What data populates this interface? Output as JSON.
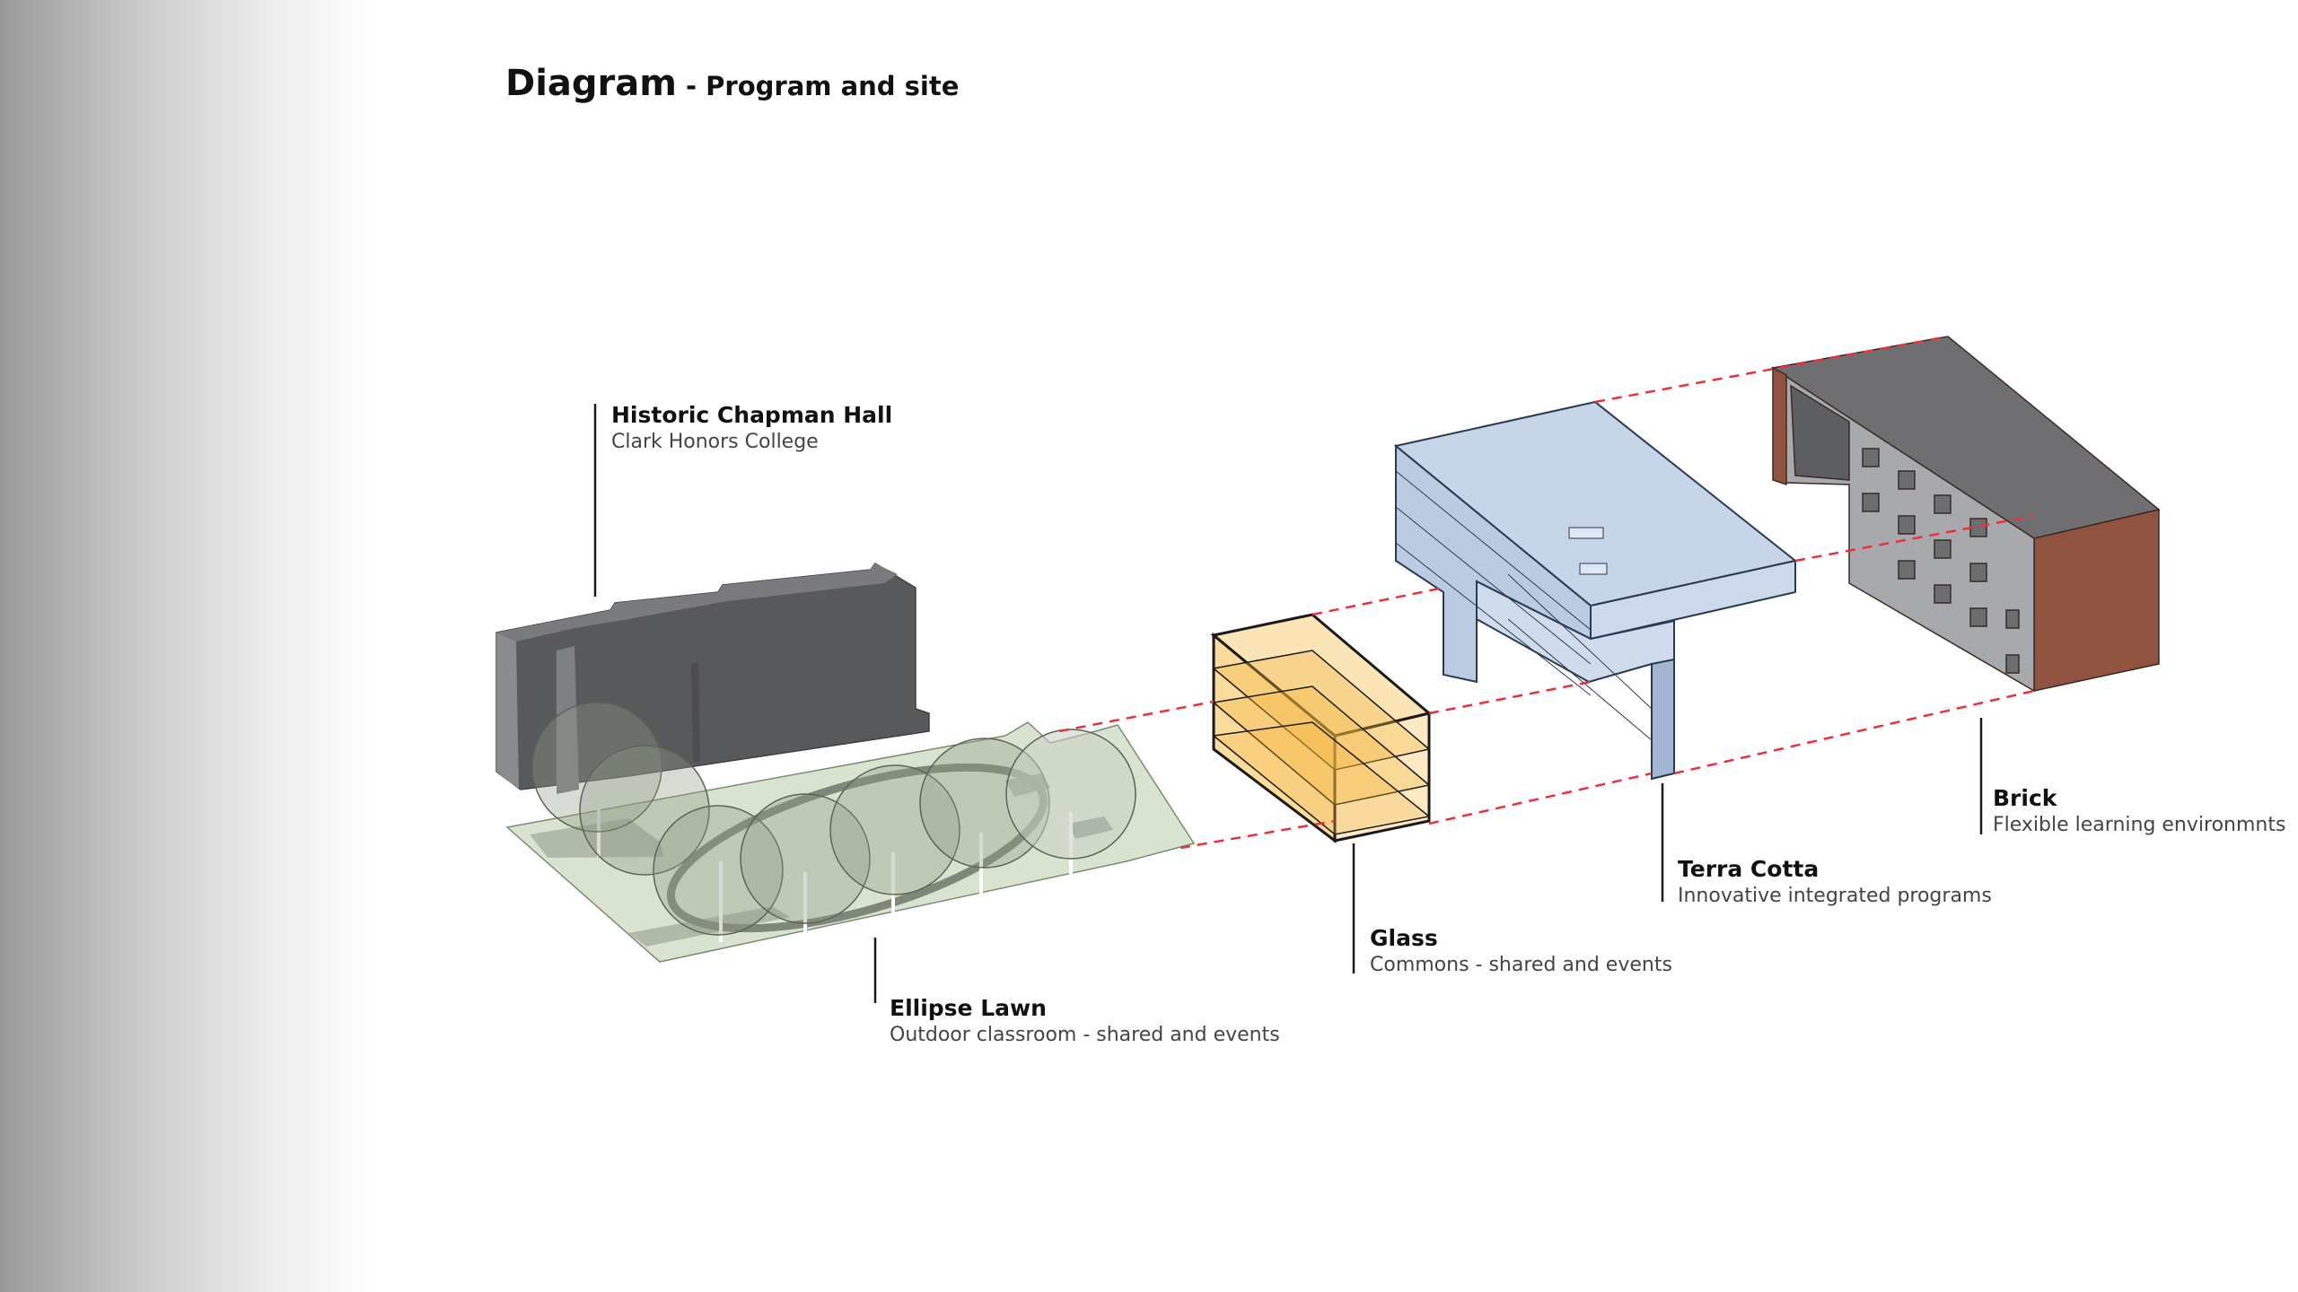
{
  "title": {
    "main": "Diagram",
    "sub": " - Program and site"
  },
  "labels": {
    "chapman": {
      "title": "Historic Chapman Hall",
      "desc": "Clark Honors College"
    },
    "lawn": {
      "title": "Ellipse Lawn",
      "desc": "Outdoor classroom - shared and events"
    },
    "glass": {
      "title": "Glass",
      "desc": "Commons - shared and events"
    },
    "terracotta": {
      "title": "Terra Cotta",
      "desc": "Innovative integrated programs"
    },
    "brick": {
      "title": "Brick",
      "desc": "Flexible learning environmnts"
    }
  },
  "colors": {
    "guide_line": "#e8323a",
    "chapman": "#58595b",
    "lawn": "#d9e4d0",
    "glass": "#f7c35a",
    "terracotta": "#a9bedb",
    "brick": "#8f5340",
    "brick_grey": "#a8a9ad"
  }
}
